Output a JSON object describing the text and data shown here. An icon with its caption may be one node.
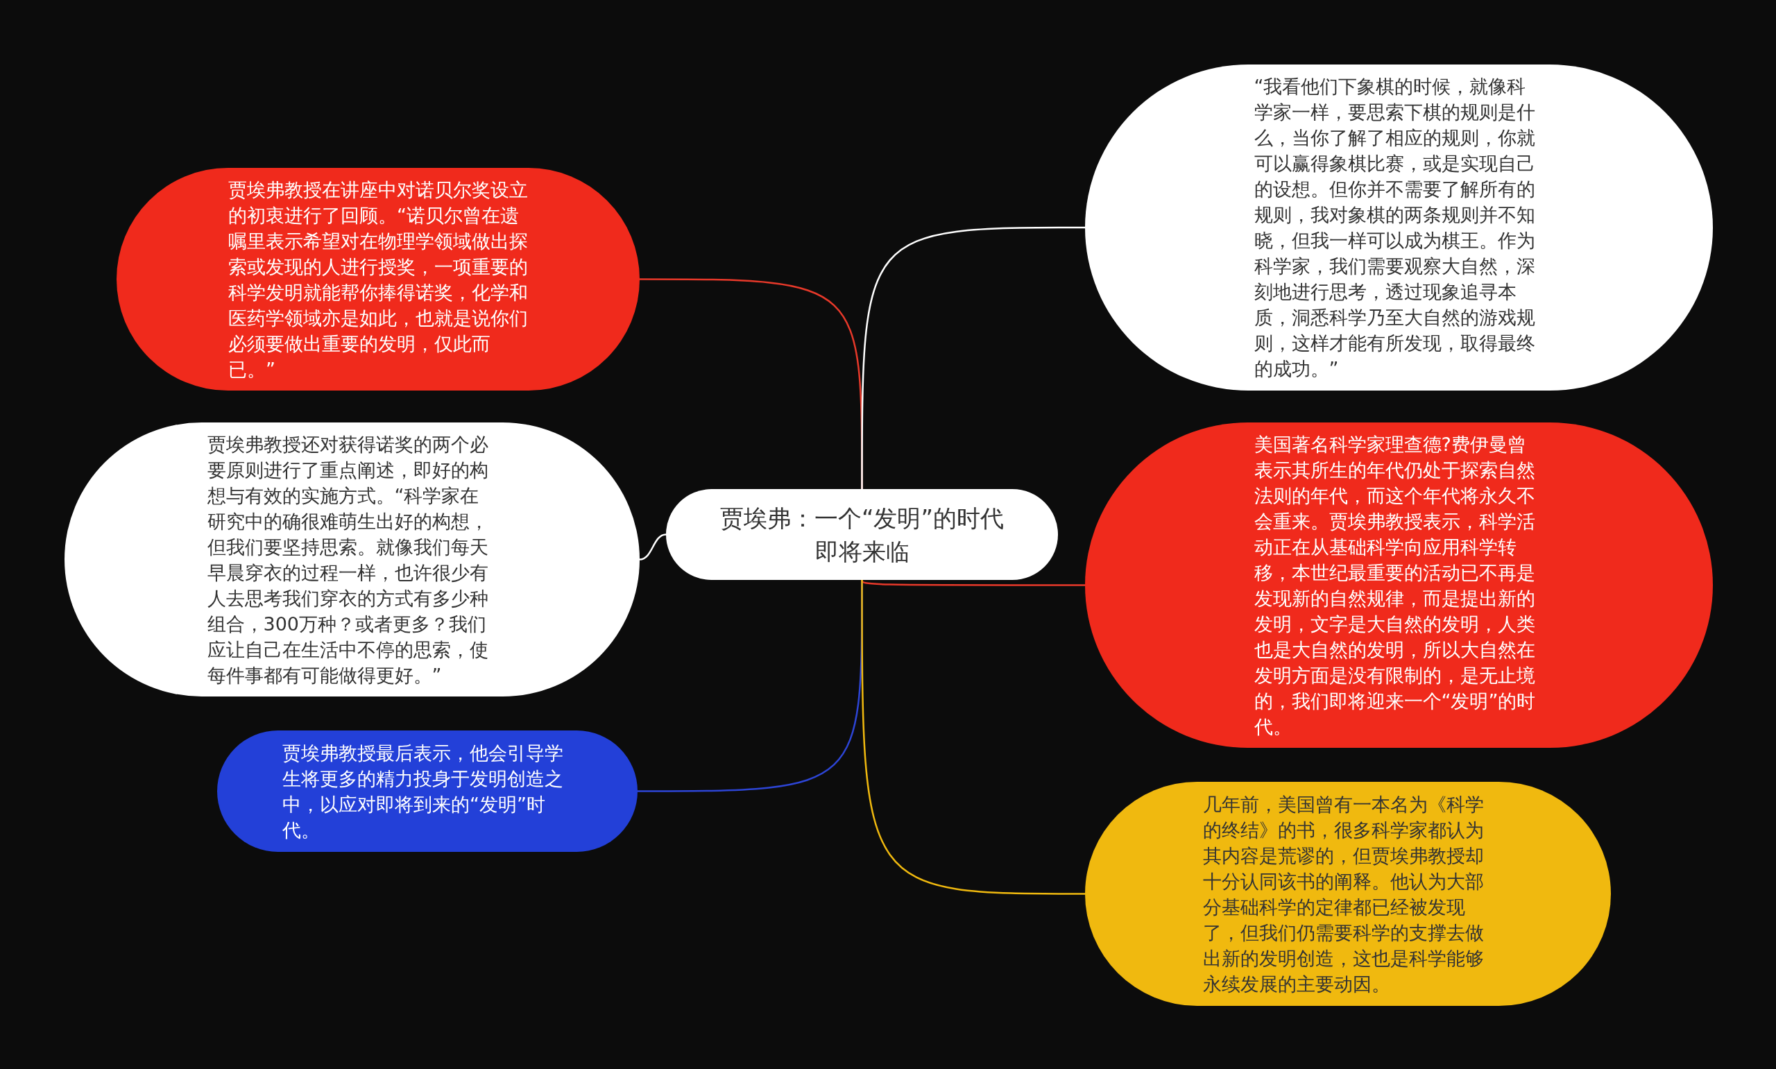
{
  "diagram": {
    "nodes": [
      {
        "text": [
          "贾埃弗：一个“发明”的时代即将来临"
        ]
      },
      {
        "text": [
          "贾埃弗教授在讲座中对诺贝尔奖设立的初衷进行了回顾。“诺贝尔曾在遗嘱里表示希望对在物理学领域做出探索或发现的人进行授奖，一项重要的科学发明就能帮你捧得诺奖，化学和医药学领域亦是如此，也就是说你们必须要做出重要的发明，仅此而已。”"
        ]
      },
      {
        "text": [
          "贾埃弗教授还对获得诺奖的两个必要原则进行了重点阐述，即好的构想与有效的实施方式。“科学家在研究中的确很难萌生出好的构想，但我们要坚持思索。就像我们每天早晨穿衣的过程一样，也许很少有人去思考我们穿衣的方式有多少种组合，300万种？或者更多？我们应让自己在生活中不停的思索，使每件事都有可能做得更好。”"
        ]
      },
      {
        "text": [
          "贾埃弗教授最后表示，他会引导学生将更多的精力投身于发明创造之中，以应对即将到来的“发明”时代。"
        ]
      },
      {
        "text": [
          "“我看他们下象棋的时候，就像科学家一样，要思索下棋的规则是什么，当你了解了相应的规则，你就可以赢得象棋比赛，或是实现自己的设想。但你并不需要了解所有的规则，我对象棋的两条规则并不知晓，但我一样可以成为棋王。作为科学家，我们需要观察大自然，深刻地进行思考，透过现象追寻本质，洞悉科学乃至大自然的游戏规则，这样才能有所发现，取得最终的成功。”"
        ]
      },
      {
        "text": [
          "美国著名科学家理查德?费伊曼曾表示其所生的年代仍处于探索自然法则的年代，而这个年代将永久不会重来。贾埃弗教授表示，科学活动正在从基础科学向应用科学转移，本世纪最重要的活动已不再是发现新的自然规律，而是提出新的发明，文字是大自然的发明，人类也是大自然的发明，所以大自然在发明方面是没有限制的，是无止境的，我们即将迎来一个“发明”的时代。"
        ]
      },
      {
        "text": [
          "几年前，美国曾有一本名为《科学的终结》的书，很多科学家都认为其内容是荒谬的，但贾埃弗教授却十分认同该书的阐释。他认为大部分基础科学的定律都已经被发现了，但我们仍需要科学的支撑去做出新的发明创造，这也是科学能够永续发展的主要动因。"
        ]
      }
    ],
    "edges": [
      {
        "from": 0,
        "to": 1,
        "arrow": "none",
        "color": "#e8392a"
      },
      {
        "from": 0,
        "to": 2,
        "arrow": "none",
        "color": "#ffffff"
      },
      {
        "from": 0,
        "to": 3,
        "arrow": "none",
        "color": "#2d45d6"
      },
      {
        "from": 0,
        "to": 4,
        "arrow": "none",
        "color": "#ffffff"
      },
      {
        "from": 0,
        "to": 5,
        "arrow": "none",
        "color": "#e8392a"
      },
      {
        "from": 0,
        "to": 6,
        "arrow": "none",
        "color": "#f0b90f"
      }
    ]
  }
}
